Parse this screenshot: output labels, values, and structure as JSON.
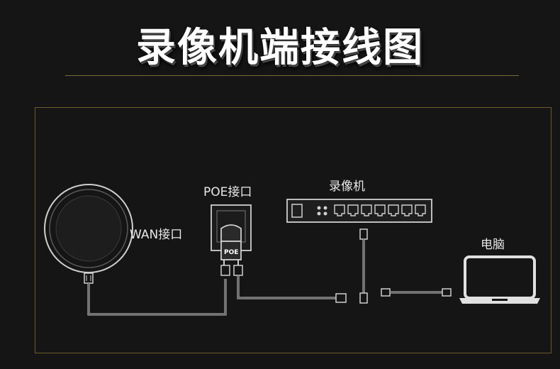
{
  "title": "录像机端接线图",
  "labels": {
    "wan": "WAN接口",
    "poe_port": "POE接口",
    "poe_adapter": "POE",
    "recorder": "录像机",
    "computer": "电脑"
  },
  "colors": {
    "background": "#151515",
    "frame": "#6b5b2c",
    "line": "#cfcfcf",
    "text": "#e8e8e8"
  }
}
